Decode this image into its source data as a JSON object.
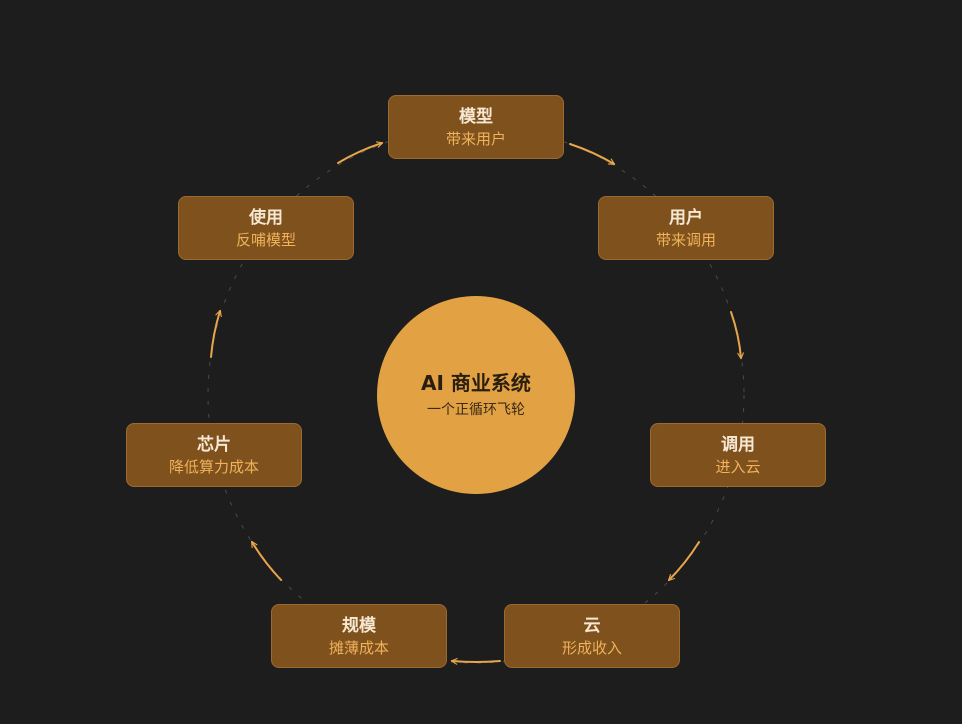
{
  "hub": {
    "title": "AI 商业系统",
    "subtitle": "一个正循环飞轮"
  },
  "cycle": [
    {
      "title": "模型",
      "subtitle": "带来用户"
    },
    {
      "title": "用户",
      "subtitle": "带来调用"
    },
    {
      "title": "调用",
      "subtitle": "进入云"
    },
    {
      "title": "云",
      "subtitle": "形成收入"
    },
    {
      "title": "规模",
      "subtitle": "摊薄成本"
    },
    {
      "title": "芯片",
      "subtitle": "降低算力成本"
    },
    {
      "title": "使用",
      "subtitle": "反哺模型"
    }
  ],
  "colors": {
    "background": "#1d1d1d",
    "node_fill": "#7e511d",
    "node_border": "#9b6a30",
    "node_title": "#f6e8d2",
    "node_subtitle": "#f0b25a",
    "hub_fill": "#e2a244",
    "arrow": "#e8a54a",
    "dash_ring": "#4a4a4a"
  }
}
